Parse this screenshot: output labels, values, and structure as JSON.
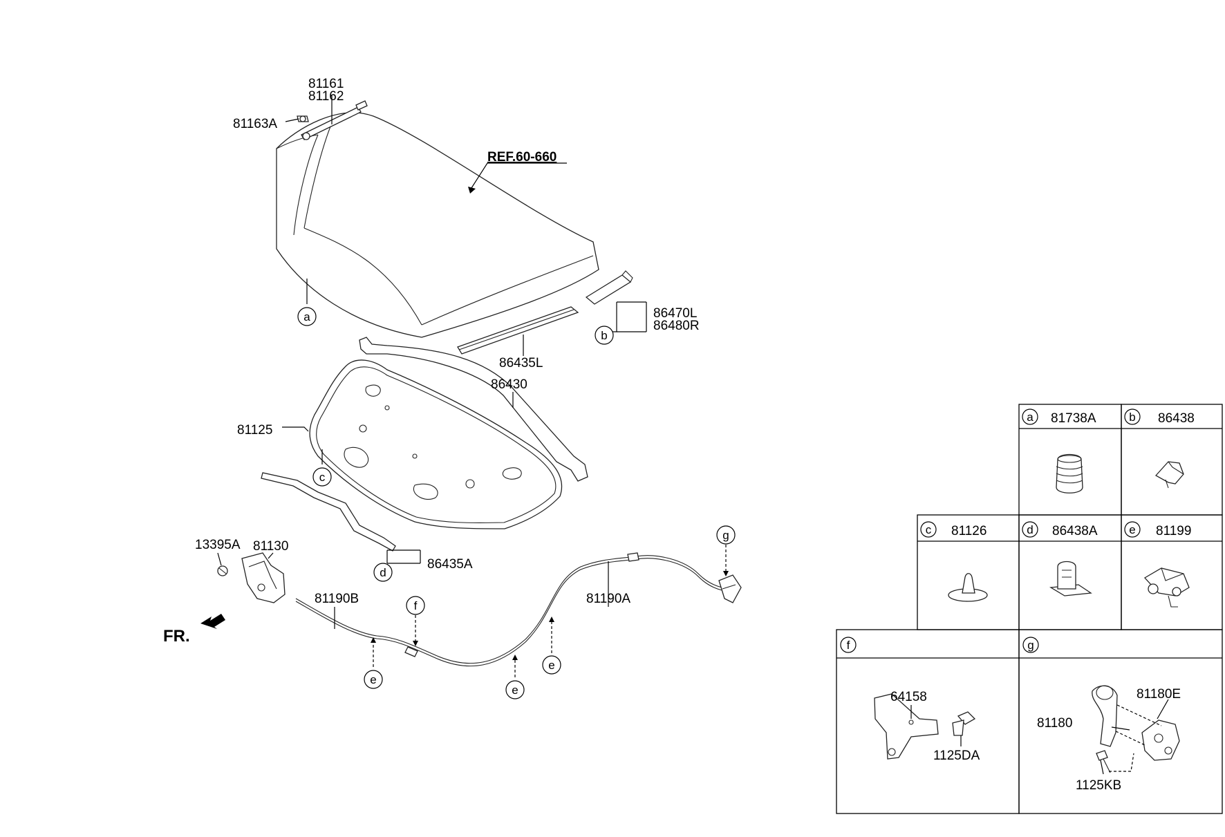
{
  "diagram": {
    "reference": "REF.60-660",
    "front_indicator": "FR.",
    "part_labels": {
      "p81161": "81161",
      "p81162": "81162",
      "p81163A": "81163A",
      "p86470L": "86470L",
      "p86480R": "86480R",
      "p86435L": "86435L",
      "p86430": "86430",
      "p81125": "81125",
      "p13395A": "13395A",
      "p81130": "81130",
      "p86435A": "86435A",
      "p81190B": "81190B",
      "p81190A": "81190A"
    },
    "callouts": {
      "a": "a",
      "b": "b",
      "c": "c",
      "d": "d",
      "e": "e",
      "f": "f",
      "g": "g"
    },
    "detail_table": {
      "cells": [
        {
          "letter": "a",
          "part": "81738A"
        },
        {
          "letter": "b",
          "part": "86438"
        },
        {
          "letter": "c",
          "part": "81126"
        },
        {
          "letter": "d",
          "part": "86438A"
        },
        {
          "letter": "e",
          "part": "81199"
        },
        {
          "letter": "f",
          "part": ""
        },
        {
          "letter": "g",
          "part": ""
        }
      ],
      "f_parts": {
        "bracket": "64158",
        "bolt": "1125DA"
      },
      "g_parts": {
        "handle": "81180",
        "bracket": "81180E",
        "bolt": "1125KB"
      }
    }
  }
}
